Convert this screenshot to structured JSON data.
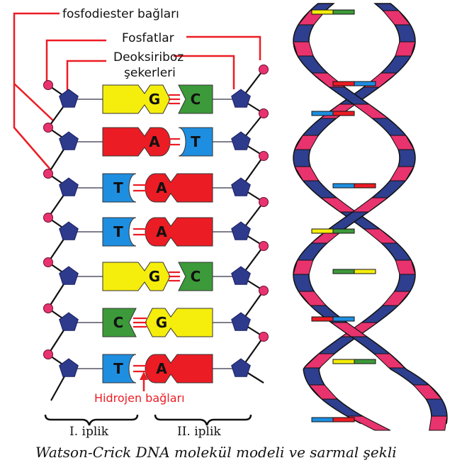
{
  "labels": {
    "phosphodiester": "fosfodiester bağları",
    "phosphates": "Fosfatlar",
    "sugar_line1": "Deoksiriboz",
    "sugar_line2": "şekerleri",
    "hydrogen": "Hidrojen bağları",
    "strand1": "I. iplik",
    "strand2": "II. iplik",
    "caption": "Watson-Crick DNA molekül  modeli ve sarmal şekli"
  },
  "colors": {
    "G": "#f5ee0c",
    "C": "#3d9a3a",
    "A": "#ec1c24",
    "T": "#1e8ee0",
    "sugar": "#2e3a8c",
    "phosphate": "#e8336e",
    "label_line": "#ec1c24",
    "helix_pink": "#e8336e",
    "helix_blue": "#2e3f8f"
  },
  "base_pairs": [
    {
      "left": "G",
      "right": "C",
      "bonds": 3
    },
    {
      "left": "A",
      "right": "T",
      "bonds": 2
    },
    {
      "left": "T",
      "right": "A",
      "bonds": 2
    },
    {
      "left": "T",
      "right": "A",
      "bonds": 2
    },
    {
      "left": "G",
      "right": "C",
      "bonds": 3
    },
    {
      "left": "C",
      "right": "G",
      "bonds": 3
    },
    {
      "left": "T",
      "right": "A",
      "bonds": 2
    }
  ],
  "helix_rungs": [
    {
      "a": "G",
      "b": "C"
    },
    {
      "a": "A",
      "b": "T"
    },
    {
      "a": "T",
      "b": "A"
    },
    {
      "a": "T",
      "b": "A"
    },
    {
      "a": "G",
      "b": "C"
    },
    {
      "a": "C",
      "b": "G"
    },
    {
      "a": "A",
      "b": "T"
    },
    {
      "a": "G",
      "b": "C"
    },
    {
      "a": "T",
      "b": "A"
    }
  ]
}
